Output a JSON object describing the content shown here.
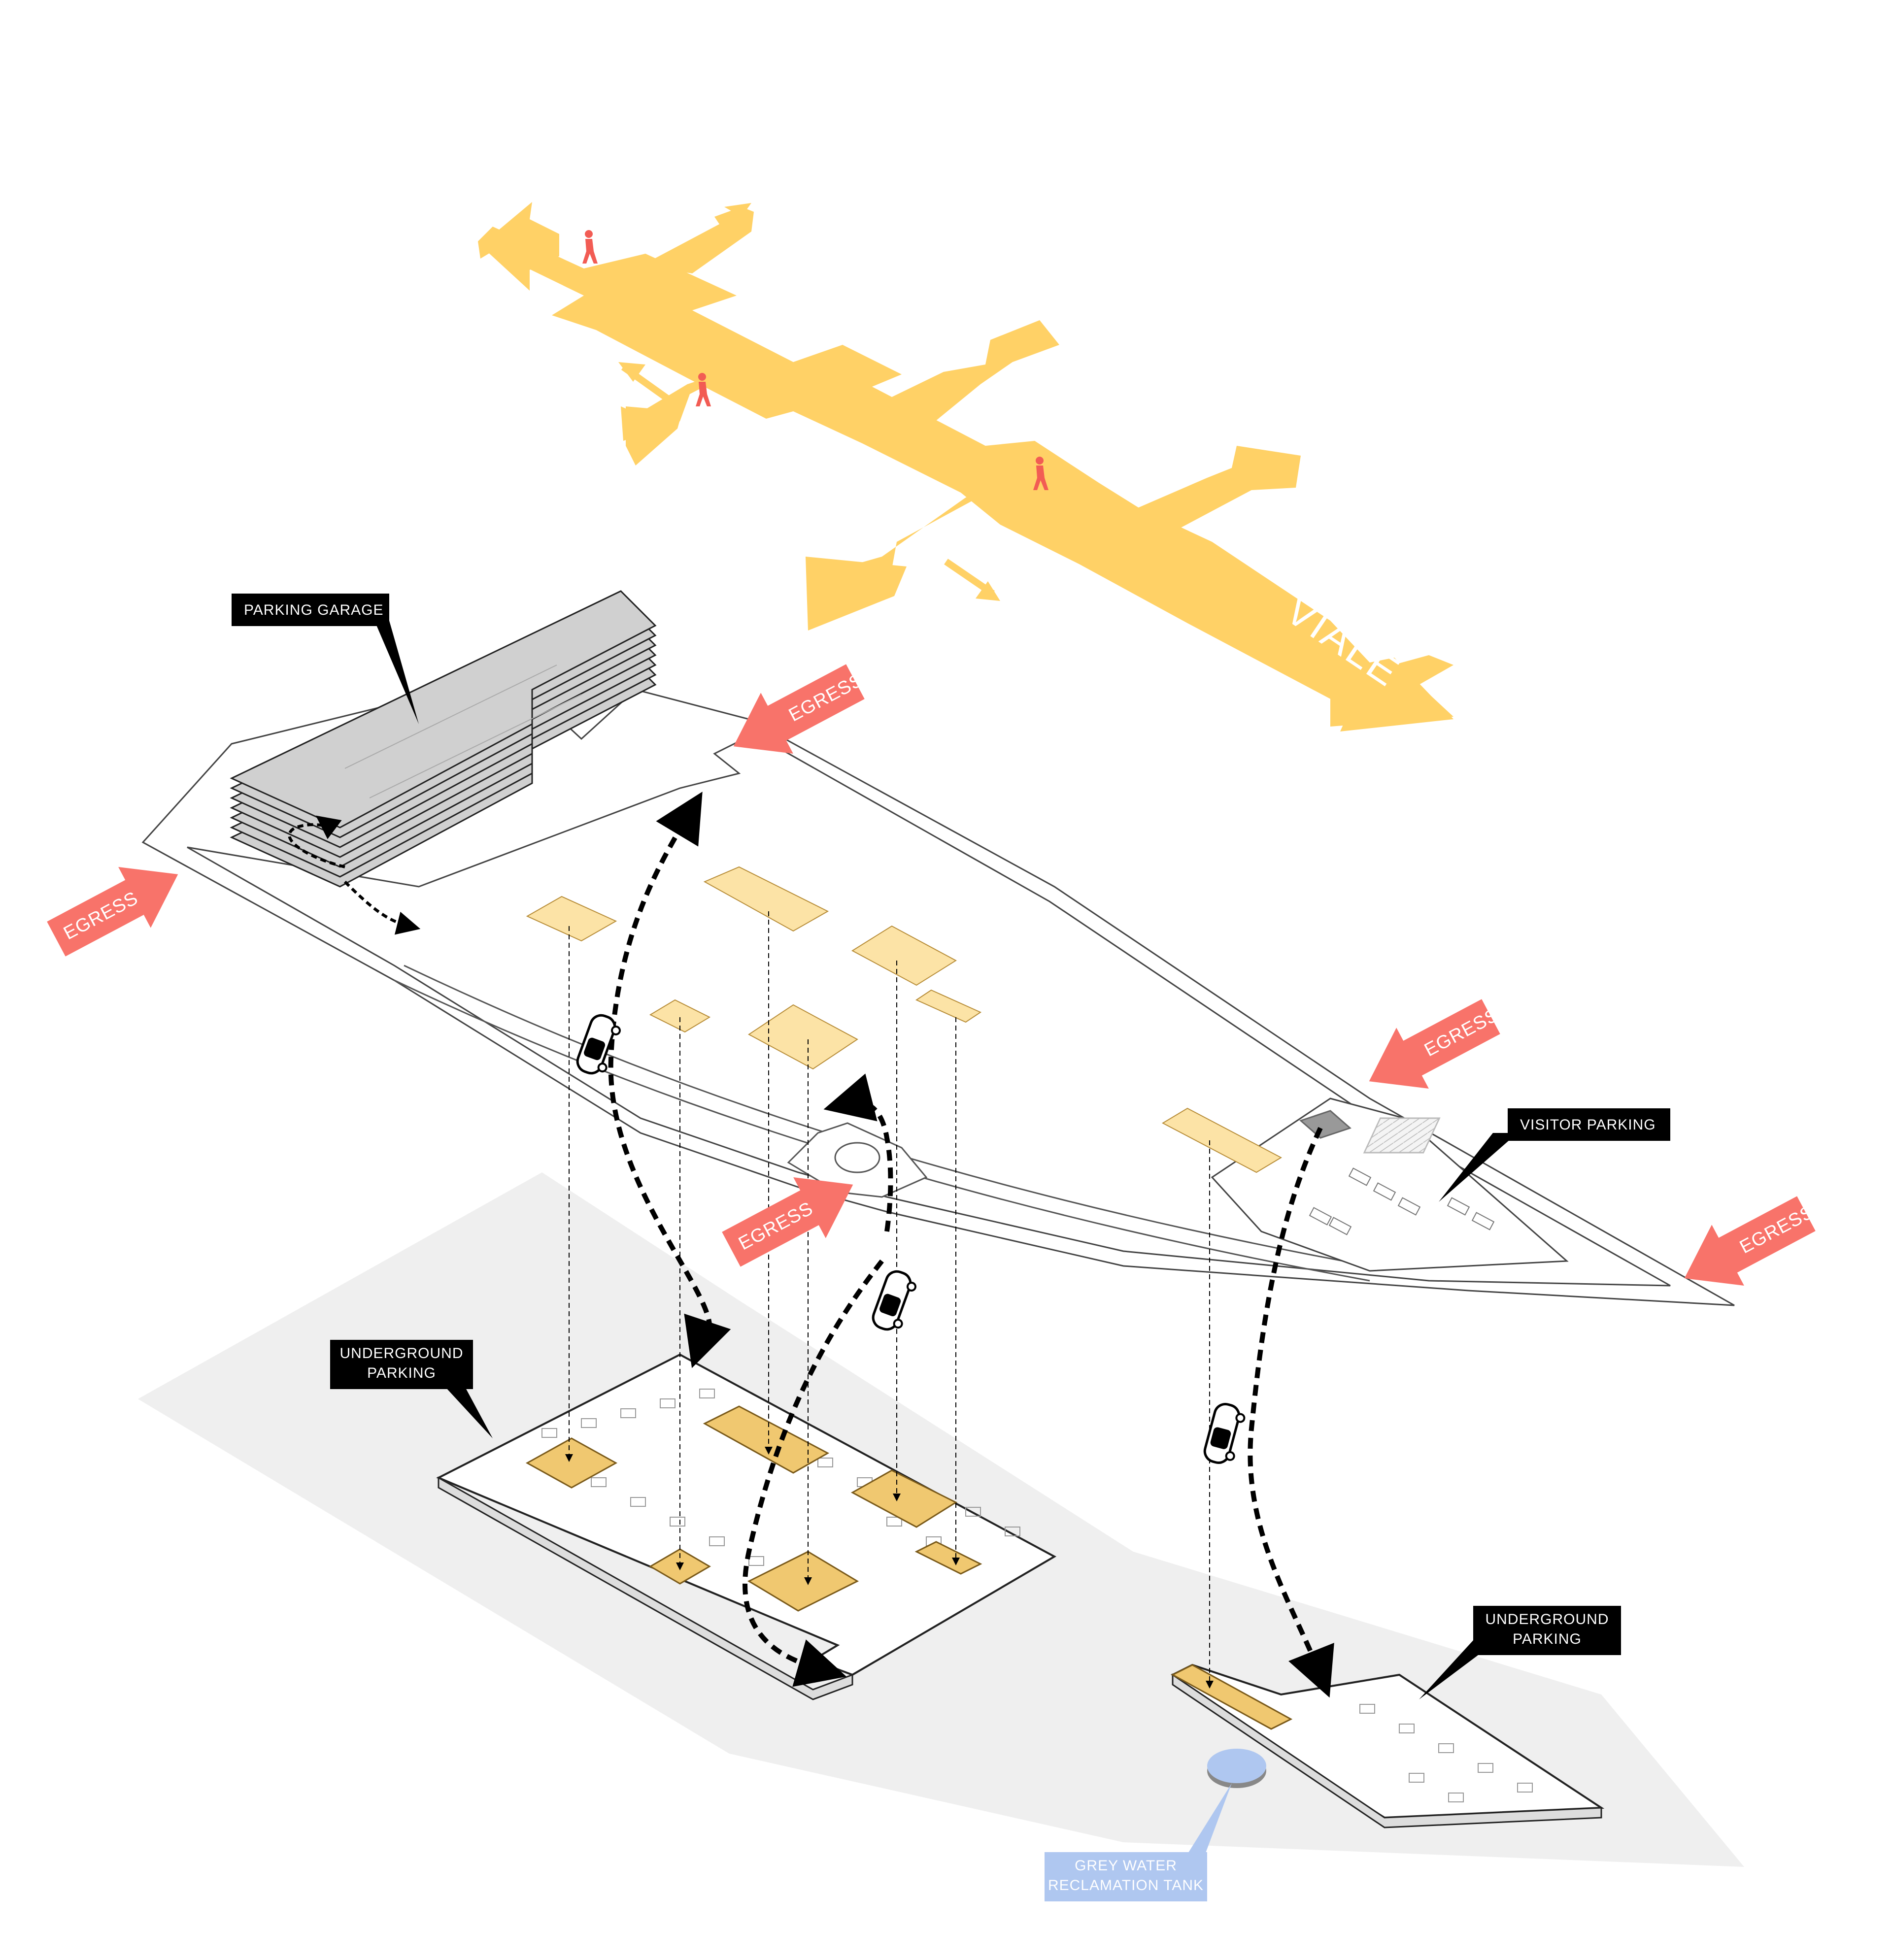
{
  "labels": {
    "parking_garage": "PARKING GARAGE",
    "visitor_parking": "VISITOR PARKING",
    "underground_parking_line1": "UNDERGROUND",
    "underground_parking_line2": "PARKING",
    "egress": "EGRESS",
    "viale": "VIALE",
    "grey_water_line1": "GREY WATER",
    "grey_water_line2": "RECLAMATION TANK"
  },
  "colors": {
    "pedestrian_path": "#FFD166",
    "egress_arrow": "#F8736A",
    "callout_box": "#000000",
    "light_well": "#FCE3A6",
    "ground_plane": "#EFEFEF",
    "garage": "#D0D0D0",
    "tank": "#AFC7F0",
    "tank_label": "#AFC7F0",
    "person": "#F25C54"
  },
  "icons": [
    "pedestrian-icon",
    "car-icon",
    "egress-arrow",
    "dashed-circulation-arrow"
  ]
}
